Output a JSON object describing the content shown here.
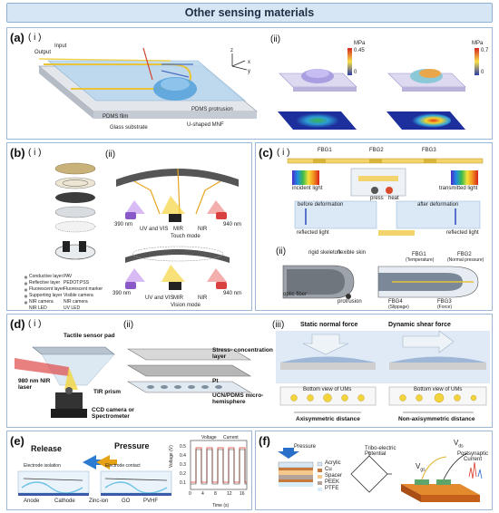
{
  "figure": {
    "title": "Other sensing materials",
    "panel_a": {
      "label": "(a)",
      "sub_i": "( i )",
      "sub_ii": "(ii)",
      "input": "Input",
      "output": "Output",
      "pdms_film": "PDMS film",
      "glass_substrate": "Glass substrate",
      "pdms_protrusion": "PDMS protrusion",
      "u_shaped_mnf": "U-shaped MNF",
      "axis_x": "x",
      "axis_y": "y",
      "axis_z": "z",
      "mpa_unit": "MPa",
      "scale_left_max": "0.45",
      "scale_right_max": "0.7",
      "scale_min": "0"
    },
    "panel_b": {
      "label": "(b)",
      "sub_i": "( i )",
      "sub_ii": "(ii)",
      "wl_390": "390 nm",
      "wl_940": "940 nm",
      "uv_vis": "UV and VIS",
      "mir": "MIR",
      "nir": "NIR",
      "touch_mode": "Touch mode",
      "vision_mode": "Vision mode",
      "legend": [
        "Conductive layer",
        "PAV",
        "Reflective layer",
        "PEDOT:PSS",
        "Fluorescent layer",
        "Fluorescent marker",
        "Supporting layer",
        "Visible camera",
        "NIR camera",
        "NIR camera",
        "NIR LED",
        "UV LED"
      ]
    },
    "panel_c": {
      "label": "(c)",
      "sub_i": "( i )",
      "sub_ii": "(ii)",
      "fbg1": "FBG1",
      "fbg2": "FBG2",
      "fbg3": "FBG3",
      "fbg4": "FBG4",
      "incident_light": "incident light",
      "transmitted_light": "transmitted light",
      "reflected_light": "reflected light",
      "before_deformation": "before deformation",
      "after_deformation": "after deformation",
      "press": "press",
      "heat": "heat",
      "rigid_skeleton": "rigid skeleton",
      "flexible_skin": "flexible skin",
      "optic_fiber": "optic fiber",
      "protrusion": "protrusion",
      "temperature": "(Temperature)",
      "slippage": "(Slippage)",
      "force": "(Force)",
      "normal_pressure": "(Normal pressure)"
    },
    "panel_d": {
      "label": "(d)",
      "sub_i": "( i )",
      "sub_ii": "(ii)",
      "sub_iii": "(iii)",
      "tactile_sensor_pad": "Tactile sensor pad",
      "laser": "980 nm NIR laser",
      "tir_prism": "TIR prism",
      "ccd": "CCD camera or Spectrometer",
      "stress_layer": "Stress- concentration layer",
      "pt": "Pt",
      "ucn_pdms": "UCN/PDMS micro-hemisphere",
      "static_normal": "Static normal force",
      "dynamic_shear": "Dynamic shear force",
      "bottom_view": "Bottom view of UMs",
      "axisymmetric": "Axisymmetric distance",
      "non_axisymmetric": "Non-axisymmetric distance"
    },
    "panel_e": {
      "label": "(e)",
      "release": "Release",
      "pressure": "Pressure",
      "electrode_isolation": "Electrode isolation",
      "electrode_contact": "Electrode contact",
      "legend": [
        "Anode",
        "Cathode",
        "Zinc-ion",
        "GO",
        "PVHF"
      ],
      "voltage": "Voltage",
      "current": "Current",
      "ylabel": "Voltage (V)",
      "xlabel": "Time (s)",
      "x_ticks": [
        "0",
        "4",
        "8",
        "12",
        "16"
      ],
      "y_ticks": [
        "0.5",
        "0.4",
        "0.3",
        "0.2",
        "0.1"
      ]
    },
    "panel_f": {
      "label": "(f)",
      "pressure": "Pressure",
      "acrylic": "Acrylic",
      "cu": "Cu",
      "spacer": "Spacer",
      "peek": "PEEK",
      "ptfe": "PTFE",
      "tribo": "Tribo-electric Potential",
      "vds": "V",
      "vds_sub": "ds",
      "vgs": "V",
      "vgs_sub": "gs",
      "postsynaptic": "Postsynaptic Current"
    },
    "colors": {
      "banner": "#d7e6f4",
      "border": "#9cb8d6",
      "release_arrow": "#2a7bd1",
      "pressure_arrow": "#e8a215",
      "voltage_line": "#e03a2a",
      "current_line": "#2b2b2b"
    }
  }
}
